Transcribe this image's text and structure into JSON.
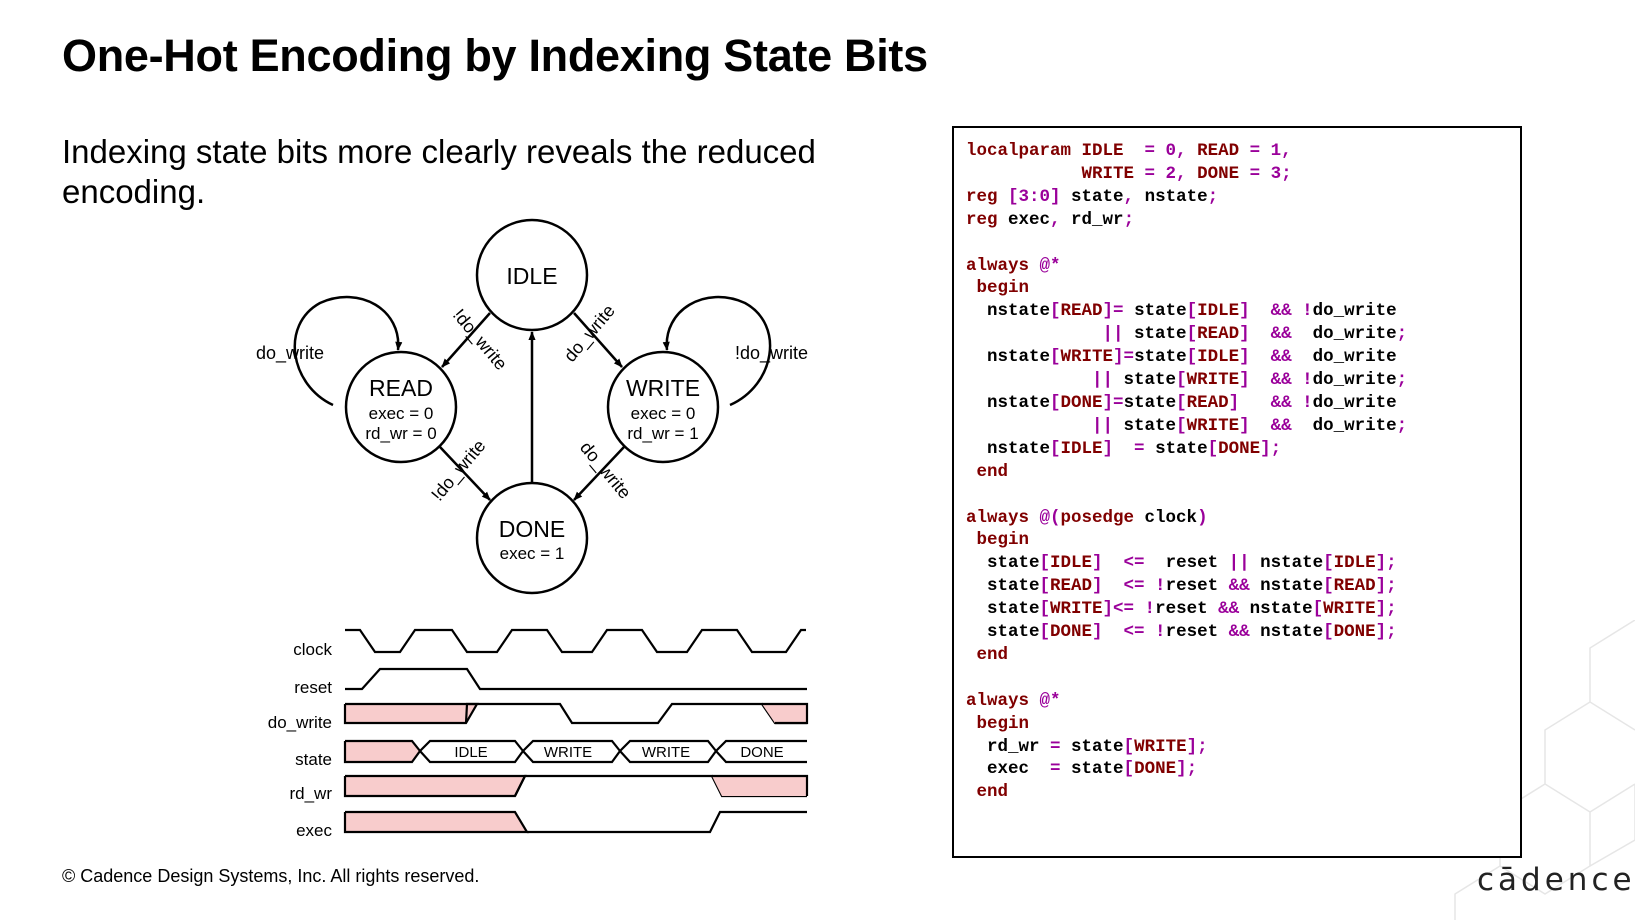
{
  "slide": {
    "title": "One-Hot Encoding by Indexing State Bits",
    "subtitle": "Indexing state bits more clearly reveals the reduced encoding.",
    "copyright": "© Cadence Design Systems, Inc. All rights reserved.",
    "logo_text": "cādence",
    "logo_mark": "®"
  },
  "fsm": {
    "states": {
      "idle": {
        "name": "IDLE",
        "outputs": []
      },
      "read": {
        "name": "READ",
        "outputs": [
          "exec = 0",
          "rd_wr = 0"
        ]
      },
      "write": {
        "name": "WRITE",
        "outputs": [
          "exec = 0",
          "rd_wr = 1"
        ]
      },
      "done": {
        "name": "DONE",
        "outputs": [
          "exec = 1"
        ]
      }
    },
    "transitions": {
      "read_self": "do_write",
      "write_self": "!do_write",
      "idle_to_read": "!do_write",
      "idle_to_write": "do_write",
      "read_to_done": "!do_write",
      "write_to_done": "do_write"
    }
  },
  "waveform": {
    "signals": [
      "clock",
      "reset",
      "do_write",
      "state",
      "rd_wr",
      "exec"
    ],
    "state_values": [
      "IDLE",
      "WRITE",
      "WRITE",
      "DONE"
    ],
    "undefined_fill": "#f8cccc"
  },
  "code": {
    "lines": [
      [
        [
          "localparam ",
          "k"
        ],
        [
          "IDLE ",
          "s"
        ],
        [
          " = 0, ",
          "o"
        ],
        [
          "READ",
          "s"
        ],
        [
          " = 1,",
          "o"
        ]
      ],
      [
        [
          "           ",
          "n"
        ],
        [
          "WRITE",
          "s"
        ],
        [
          " = 2, ",
          "o"
        ],
        [
          "DONE",
          "s"
        ],
        [
          " = 3;",
          "o"
        ]
      ],
      [
        [
          "reg ",
          "k"
        ],
        [
          "[3:0] ",
          "o"
        ],
        [
          "state",
          "n"
        ],
        [
          ", ",
          "o"
        ],
        [
          "nstate",
          "n"
        ],
        [
          ";",
          "o"
        ]
      ],
      [
        [
          "reg ",
          "k"
        ],
        [
          "exec",
          "n"
        ],
        [
          ", ",
          "o"
        ],
        [
          "rd_wr",
          "n"
        ],
        [
          ";",
          "o"
        ]
      ],
      [],
      [
        [
          "always ",
          "k"
        ],
        [
          "@*",
          "o"
        ]
      ],
      [
        [
          " begin",
          "k"
        ]
      ],
      [
        [
          "  nstate",
          "n"
        ],
        [
          "[",
          "o"
        ],
        [
          "READ",
          "s"
        ],
        [
          "]= ",
          "o"
        ],
        [
          "state",
          "n"
        ],
        [
          "[",
          "o"
        ],
        [
          "IDLE",
          "s"
        ],
        [
          "]  && !",
          "o"
        ],
        [
          "do_write",
          "n"
        ]
      ],
      [
        [
          "             ",
          "n"
        ],
        [
          "|| ",
          "o"
        ],
        [
          "state",
          "n"
        ],
        [
          "[",
          "o"
        ],
        [
          "READ",
          "s"
        ],
        [
          "]  &&  ",
          "o"
        ],
        [
          "do_write",
          "n"
        ],
        [
          ";",
          "o"
        ]
      ],
      [
        [
          "  nstate",
          "n"
        ],
        [
          "[",
          "o"
        ],
        [
          "WRITE",
          "s"
        ],
        [
          "]=",
          "o"
        ],
        [
          "state",
          "n"
        ],
        [
          "[",
          "o"
        ],
        [
          "IDLE",
          "s"
        ],
        [
          "]  &&  ",
          "o"
        ],
        [
          "do_write",
          "n"
        ]
      ],
      [
        [
          "            ",
          "n"
        ],
        [
          "|| ",
          "o"
        ],
        [
          "state",
          "n"
        ],
        [
          "[",
          "o"
        ],
        [
          "WRITE",
          "s"
        ],
        [
          "]  && !",
          "o"
        ],
        [
          "do_write",
          "n"
        ],
        [
          ";",
          "o"
        ]
      ],
      [
        [
          "  nstate",
          "n"
        ],
        [
          "[",
          "o"
        ],
        [
          "DONE",
          "s"
        ],
        [
          "]=",
          "o"
        ],
        [
          "state",
          "n"
        ],
        [
          "[",
          "o"
        ],
        [
          "READ",
          "s"
        ],
        [
          "]   && !",
          "o"
        ],
        [
          "do_write",
          "n"
        ]
      ],
      [
        [
          "            ",
          "n"
        ],
        [
          "|| ",
          "o"
        ],
        [
          "state",
          "n"
        ],
        [
          "[",
          "o"
        ],
        [
          "WRITE",
          "s"
        ],
        [
          "]  &&  ",
          "o"
        ],
        [
          "do_write",
          "n"
        ],
        [
          ";",
          "o"
        ]
      ],
      [
        [
          "  nstate",
          "n"
        ],
        [
          "[",
          "o"
        ],
        [
          "IDLE",
          "s"
        ],
        [
          "]  = ",
          "o"
        ],
        [
          "state",
          "n"
        ],
        [
          "[",
          "o"
        ],
        [
          "DONE",
          "s"
        ],
        [
          "];",
          "o"
        ]
      ],
      [
        [
          " end",
          "k"
        ]
      ],
      [],
      [
        [
          "always ",
          "k"
        ],
        [
          "@(",
          "o"
        ],
        [
          "posedge ",
          "k"
        ],
        [
          "clock",
          "n"
        ],
        [
          ")",
          "o"
        ]
      ],
      [
        [
          " begin",
          "k"
        ]
      ],
      [
        [
          "  state",
          "n"
        ],
        [
          "[",
          "o"
        ],
        [
          "IDLE",
          "s"
        ],
        [
          "]  <=  ",
          "o"
        ],
        [
          "reset ",
          "n"
        ],
        [
          "|| ",
          "o"
        ],
        [
          "nstate",
          "n"
        ],
        [
          "[",
          "o"
        ],
        [
          "IDLE",
          "s"
        ],
        [
          "];",
          "o"
        ]
      ],
      [
        [
          "  state",
          "n"
        ],
        [
          "[",
          "o"
        ],
        [
          "READ",
          "s"
        ],
        [
          "]  <= !",
          "o"
        ],
        [
          "reset ",
          "n"
        ],
        [
          "&& ",
          "o"
        ],
        [
          "nstate",
          "n"
        ],
        [
          "[",
          "o"
        ],
        [
          "READ",
          "s"
        ],
        [
          "];",
          "o"
        ]
      ],
      [
        [
          "  state",
          "n"
        ],
        [
          "[",
          "o"
        ],
        [
          "WRITE",
          "s"
        ],
        [
          "]<= !",
          "o"
        ],
        [
          "reset ",
          "n"
        ],
        [
          "&& ",
          "o"
        ],
        [
          "nstate",
          "n"
        ],
        [
          "[",
          "o"
        ],
        [
          "WRITE",
          "s"
        ],
        [
          "];",
          "o"
        ]
      ],
      [
        [
          "  state",
          "n"
        ],
        [
          "[",
          "o"
        ],
        [
          "DONE",
          "s"
        ],
        [
          "]  <= !",
          "o"
        ],
        [
          "reset ",
          "n"
        ],
        [
          "&& ",
          "o"
        ],
        [
          "nstate",
          "n"
        ],
        [
          "[",
          "o"
        ],
        [
          "DONE",
          "s"
        ],
        [
          "];",
          "o"
        ]
      ],
      [
        [
          " end",
          "k"
        ]
      ],
      [],
      [
        [
          "always ",
          "k"
        ],
        [
          "@*",
          "o"
        ]
      ],
      [
        [
          " begin",
          "k"
        ]
      ],
      [
        [
          "  rd_wr ",
          "n"
        ],
        [
          "= ",
          "o"
        ],
        [
          "state",
          "n"
        ],
        [
          "[",
          "o"
        ],
        [
          "WRITE",
          "s"
        ],
        [
          "];",
          "o"
        ]
      ],
      [
        [
          "  exec  ",
          "n"
        ],
        [
          "= ",
          "o"
        ],
        [
          "state",
          "n"
        ],
        [
          "[",
          "o"
        ],
        [
          "DONE",
          "s"
        ],
        [
          "];",
          "o"
        ]
      ],
      [
        [
          " end",
          "k"
        ]
      ]
    ]
  }
}
